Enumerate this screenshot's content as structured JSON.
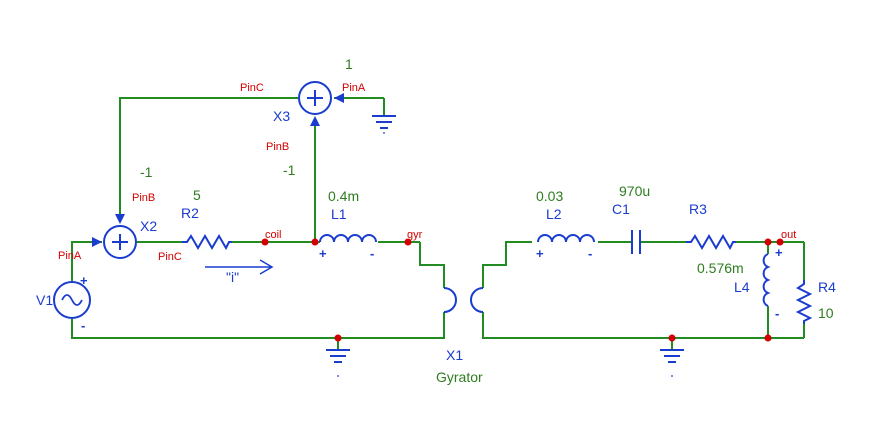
{
  "colors": {
    "wire": "#228b22",
    "component": "#1a3ccf",
    "label": "#1a3ccf",
    "value": "#2e7d1e",
    "pin": "#d40000",
    "node": "#d40000",
    "ground": "#1a3ccf"
  },
  "components": {
    "V1": {
      "name": "V1"
    },
    "X2": {
      "name": "X2",
      "pinA": "PinA",
      "pinB": "PinB",
      "pinC": "PinC",
      "gain": "-1"
    },
    "X3": {
      "name": "X3",
      "pinA": "PinA",
      "pinB": "PinB",
      "pinC": "PinC",
      "gainA": "1",
      "gainB": "-1"
    },
    "R2": {
      "name": "R2",
      "value": "5"
    },
    "L1": {
      "name": "L1",
      "value": "0.4m"
    },
    "X1": {
      "name": "X1",
      "type": "Gyrator"
    },
    "L2": {
      "name": "L2",
      "value": "0.03"
    },
    "C1": {
      "name": "C1",
      "value": "970u"
    },
    "R3": {
      "name": "R3"
    },
    "L4": {
      "name": "L4",
      "value": "0.576m"
    },
    "R4": {
      "name": "R4",
      "value": "10"
    }
  },
  "nodes": {
    "coil": "coil",
    "gyr": "gyr",
    "out": "out"
  },
  "current_label": "\"i\"",
  "symbols": {
    "plus": "+",
    "minus": "-",
    "plus_circle": "+"
  },
  "icons": [
    "ac-source-icon",
    "summer-icon",
    "resistor-icon",
    "inductor-icon",
    "capacitor-icon",
    "gyrator-icon",
    "ground-icon",
    "current-arrow-icon"
  ]
}
